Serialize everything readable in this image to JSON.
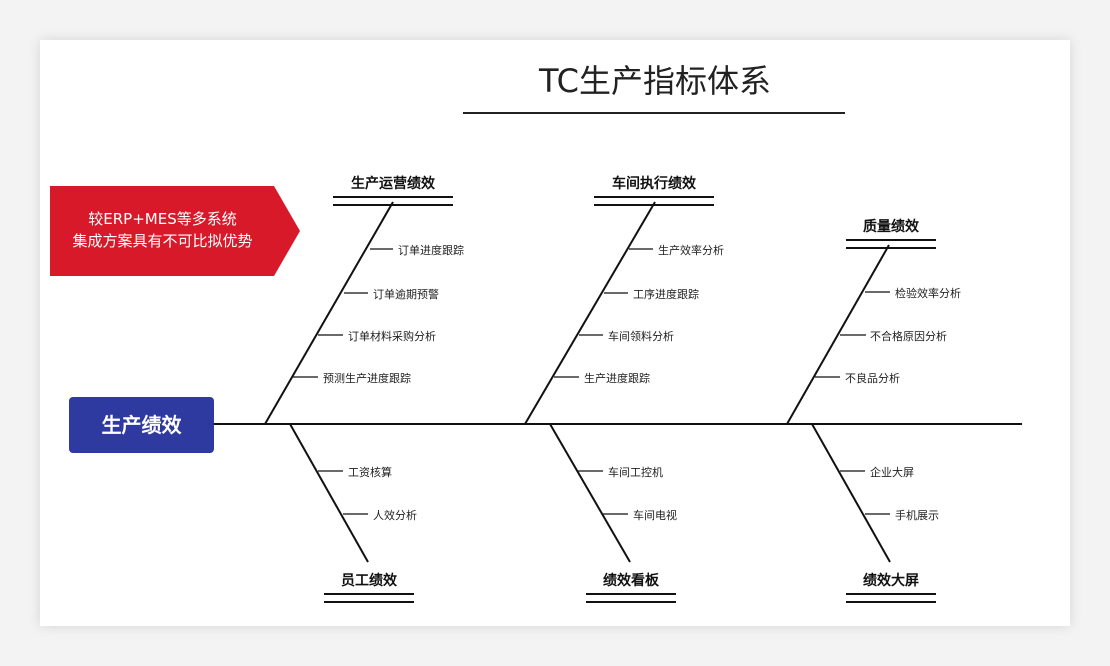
{
  "title": "TC生产指标体系",
  "callout": {
    "line1": "较ERP+MES等多系统",
    "line2": "集成方案具有不可比拟优势"
  },
  "head": "生产绩效",
  "categories": {
    "top": [
      {
        "label": "生产运营绩效",
        "items": [
          "订单进度跟踪",
          "订单逾期预警",
          "订单材料采购分析",
          "预测生产进度跟踪"
        ]
      },
      {
        "label": "车间执行绩效",
        "items": [
          "生产效率分析",
          "工序进度跟踪",
          "车间领料分析",
          "生产进度跟踪"
        ]
      },
      {
        "label": "质量绩效",
        "items": [
          "检验效率分析",
          "不合格原因分析",
          "不良品分析"
        ]
      }
    ],
    "bottom": [
      {
        "label": "员工绩效",
        "items": [
          "工资核算",
          "人效分析"
        ]
      },
      {
        "label": "绩效看板",
        "items": [
          "车间工控机",
          "车间电视"
        ]
      },
      {
        "label": "绩效大屏",
        "items": [
          "企业大屏",
          "手机展示"
        ]
      }
    ]
  },
  "colors": {
    "callout": "#d8192a",
    "head": "#2f3aa0",
    "line": "#111111"
  }
}
